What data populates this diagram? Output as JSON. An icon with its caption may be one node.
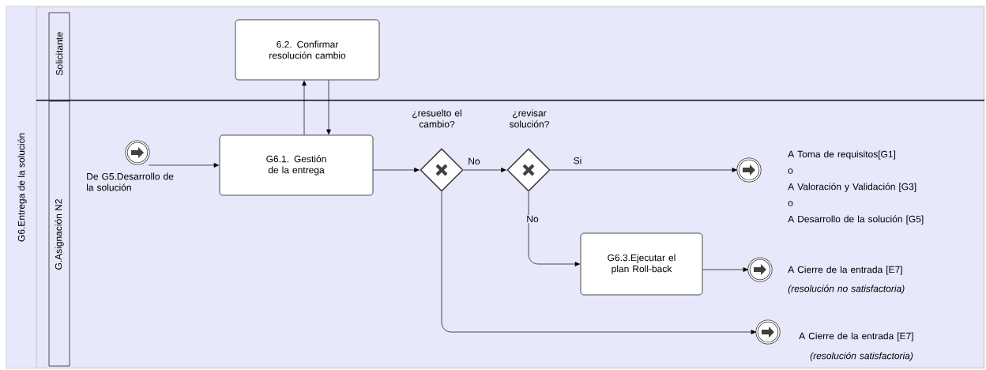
{
  "diagram": {
    "nodes": [
      {
        "text": [
          "G6.Entrega de la solución"
        ]
      },
      {
        "text": [
          "Solicitante"
        ],
        "in": 0
      },
      {
        "text": [
          "G.Asignación N2"
        ],
        "in": 0
      },
      {
        "text": [],
        "shape": "circle",
        "in": 2,
        "beside": [
          "De G5.Desarrollo de la solución"
        ]
      },
      {
        "text": [
          "G6.1. Gestión de la entrega"
        ],
        "in": 2
      },
      {
        "text": [
          "6.2. Confirmar resolución cambio"
        ],
        "in": 1
      },
      {
        "text": [],
        "shape": "diamond",
        "in": 2,
        "beside": [
          "¿resuelto el cambio?"
        ]
      },
      {
        "text": [],
        "shape": "diamond",
        "in": 2,
        "beside": [
          "¿revisar solución?"
        ]
      },
      {
        "text": [],
        "shape": "circle",
        "in": 2,
        "beside": [
          "A Toma de requisitos[G1]",
          "o",
          "A Valoración y Validación [G3]",
          "o",
          "A Desarrollo de la solución [G5]"
        ]
      },
      {
        "text": [
          "G6.3.Ejecutar el plan Roll-back"
        ],
        "in": 2
      },
      {
        "text": [],
        "shape": "circle",
        "in": 2,
        "beside": [
          "A Cierre de la entrada [E7]",
          "(resolución no satisfactoria)"
        ]
      },
      {
        "text": [],
        "shape": "circle",
        "in": 2,
        "beside": [
          "A Cierre de la entrada [E7]",
          "(resolución satisfactoria)"
        ]
      }
    ],
    "edges": [
      {
        "from": 3,
        "to": 4,
        "arrow": "to"
      },
      {
        "from": 4,
        "to": 5,
        "arrow": "to"
      },
      {
        "from": 5,
        "to": 4,
        "arrow": "to"
      },
      {
        "from": 4,
        "to": 6,
        "arrow": "to"
      },
      {
        "from": 6,
        "to": 7,
        "arrow": "to",
        "label": "No"
      },
      {
        "from": 7,
        "to": 8,
        "arrow": "to",
        "label": "Si"
      },
      {
        "from": 7,
        "to": 9,
        "arrow": "to",
        "label": "No"
      },
      {
        "from": 9,
        "to": 10,
        "arrow": "to"
      },
      {
        "from": 6,
        "to": 11,
        "arrow": "to"
      }
    ]
  }
}
